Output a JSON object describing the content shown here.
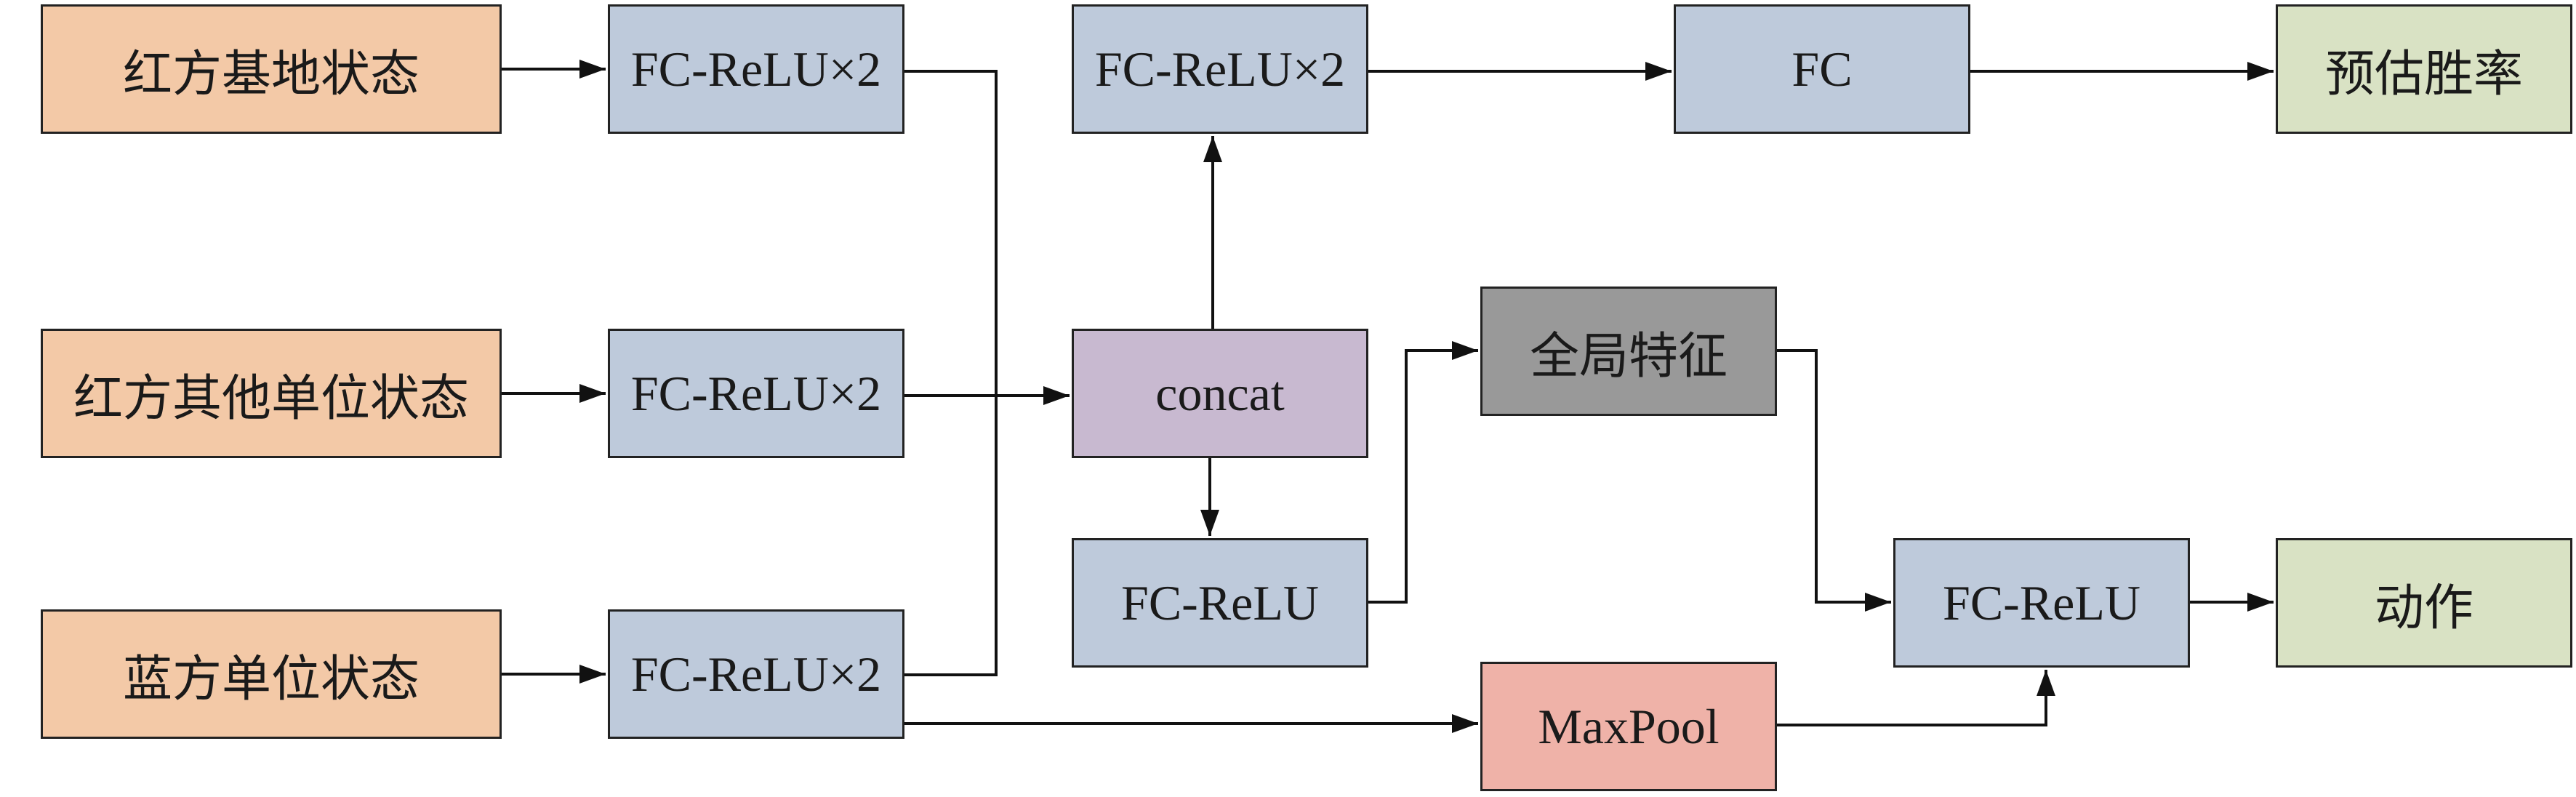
{
  "colors": {
    "input": "#F3C9A7",
    "fc_block": "#BECADB",
    "concat": "#C8B9D0",
    "global": "#999999",
    "maxpool": "#EFB2A8",
    "output": "#D9E2C4",
    "line": "#111111"
  },
  "inputs": {
    "red_base": "红方基地状态",
    "red_other": "红方其他单位状态",
    "blue_units": "蓝方单位状态"
  },
  "encoders": {
    "enc1": "FC-ReLU×2",
    "enc2": "FC-ReLU×2",
    "enc3": "FC-ReLU×2"
  },
  "middle": {
    "concat": "concat",
    "value_fc": "FC-ReLU×2",
    "fc_relu": "FC-ReLU",
    "global_feature": "全局特征",
    "maxpool": "MaxPool"
  },
  "heads": {
    "fc": "FC",
    "policy_fc": "FC-ReLU"
  },
  "outputs": {
    "win_rate": "预估胜率",
    "action": "动作"
  }
}
